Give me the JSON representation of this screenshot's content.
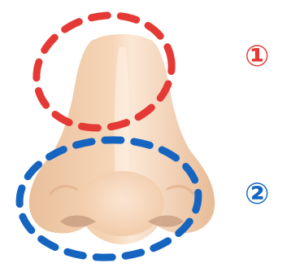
{
  "markers": [
    {
      "label": "①",
      "color": "#e53935",
      "region": "nasal-bridge"
    },
    {
      "label": "②",
      "color": "#1565c0",
      "region": "nose-tip-and-nostrils"
    }
  ],
  "colors": {
    "skin": "#f4cfae",
    "skin_shadow": "#e3b892",
    "skin_highlight": "#fbe9d8",
    "nostril": "#c49a7e",
    "outline_red": "#e53935",
    "outline_blue": "#1565c0",
    "background": "#ffffff"
  },
  "icons": {
    "nose": "nose-illustration"
  }
}
